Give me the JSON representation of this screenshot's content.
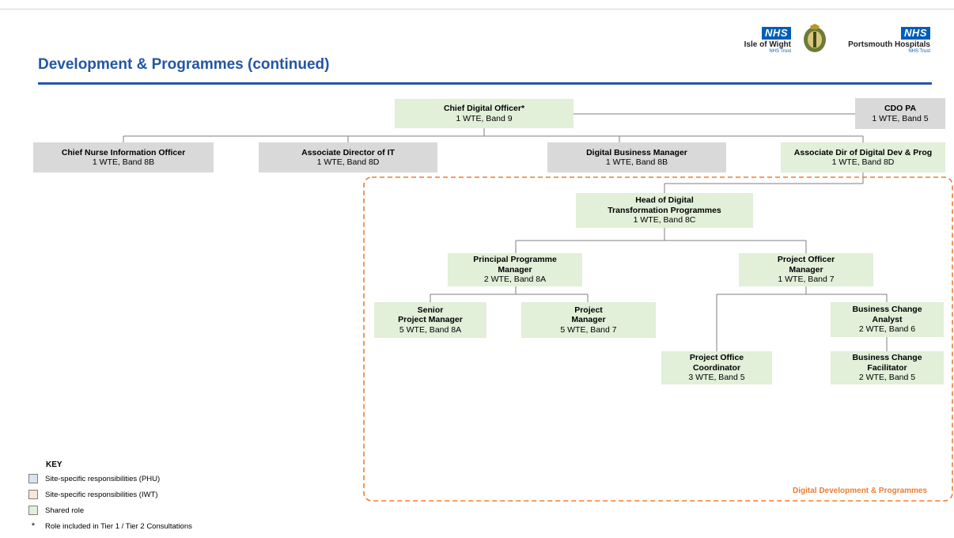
{
  "page_title": "Development & Programmes (continued)",
  "logos": {
    "left": {
      "badge": "NHS",
      "name": "Isle of Wight",
      "sub": "NHS Trust"
    },
    "right": {
      "badge": "NHS",
      "name": "Portsmouth Hospitals",
      "sub": "NHS Trust"
    }
  },
  "org": {
    "cdo": {
      "title": "Chief Digital Officer*",
      "detail": "1 WTE, Band 9"
    },
    "cdo_pa": {
      "title": "CDO PA",
      "detail": "1 WTE, Band 5"
    },
    "cnio": {
      "title": "Chief Nurse Information Officer",
      "detail": "1 WTE, Band 8B"
    },
    "adit": {
      "title": "Associate Director of IT",
      "detail": "1 WTE, Band 8D"
    },
    "dbm": {
      "title": "Digital Business Manager",
      "detail": "1 WTE, Band 8B"
    },
    "addp": {
      "title": "Associate Dir of Digital Dev & Prog",
      "detail": "1 WTE, Band 8D"
    },
    "head": {
      "title1": "Head of Digital",
      "title2": "Transformation Programmes",
      "detail": "1 WTE, Band 8C"
    },
    "ppm": {
      "title1": "Principal Programme",
      "title2": "Manager",
      "detail": "2 WTE, Band 8A"
    },
    "pom": {
      "title1": "Project Officer",
      "title2": "Manager",
      "detail": "1 WTE, Band 7"
    },
    "spm": {
      "title1": "Senior",
      "title2": "Project Manager",
      "detail": "5 WTE, Band 8A"
    },
    "pm": {
      "title1": "Project",
      "title2": "Manager",
      "detail": "5 WTE, Band 7"
    },
    "bca": {
      "title1": "Business Change",
      "title2": "Analyst",
      "detail": "2 WTE, Band 6"
    },
    "poc": {
      "title1": "Project Office",
      "title2": "Coordinator",
      "detail": "3 WTE, Band 5"
    },
    "bcf": {
      "title1": "Business Change",
      "title2": "Facilitator",
      "detail": "2 WTE, Band 5"
    }
  },
  "group_label": "Digital Development & Programmes",
  "key": {
    "title": "KEY",
    "items": [
      {
        "label": "Site-specific responsibilities (PHU)",
        "color": "#dae3f3"
      },
      {
        "label": "Site-specific responsibilities (IWT)",
        "color": "#fbe5d6"
      },
      {
        "label": "Shared role",
        "color": "#e2efd9"
      }
    ],
    "note_symbol": "*",
    "note": "Role included in Tier 1 / Tier 2 Consultations"
  },
  "colors": {
    "title": "#2456a4",
    "shared": "#e2efd9",
    "other": "#d9d9d9",
    "group_border": "#ed7d31",
    "nhs_blue": "#005eb8"
  }
}
